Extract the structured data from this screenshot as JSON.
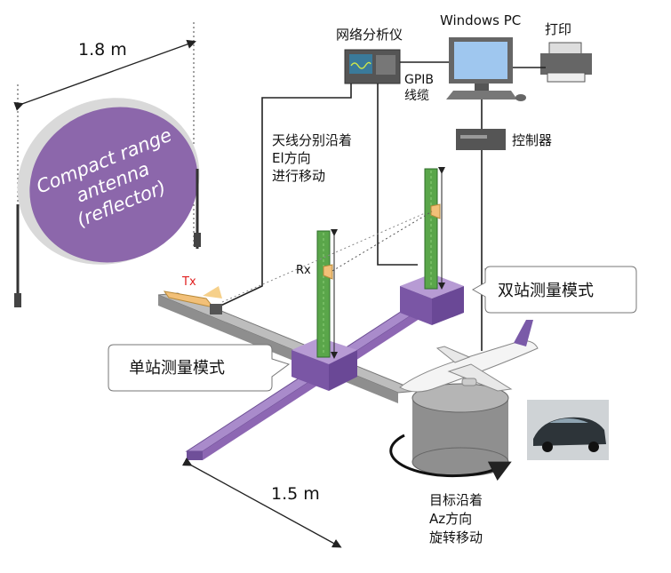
{
  "dimensions": {
    "reflector_width": "1.8 m",
    "rail_length": "1.5 m"
  },
  "reflector": {
    "line1": "Compact range",
    "line2": "antenna",
    "line3": "(reflector)"
  },
  "equipment": {
    "network_analyzer": "网络分析仪",
    "windows_pc": "Windows PC",
    "printer": "打印",
    "gpib_line1": "GPIB",
    "gpib_line2": "线缆",
    "controller": "控制器"
  },
  "antenna": {
    "tx": "Tx",
    "rx": "Rx",
    "note_line1": "天线分别沿着",
    "note_line2": "El方向",
    "note_line3": "进行移动"
  },
  "callouts": {
    "bistatic": "双站测量模式",
    "monostatic": "单站测量模式"
  },
  "target": {
    "note_line1": "目标沿着",
    "note_line2": "Az方向",
    "note_line3": "旋转移动"
  },
  "colors": {
    "reflector": "#8c67ab",
    "rail_purple": "#8d67b3",
    "mast_green": "#5aa64a",
    "tx_label": "#e02020"
  }
}
